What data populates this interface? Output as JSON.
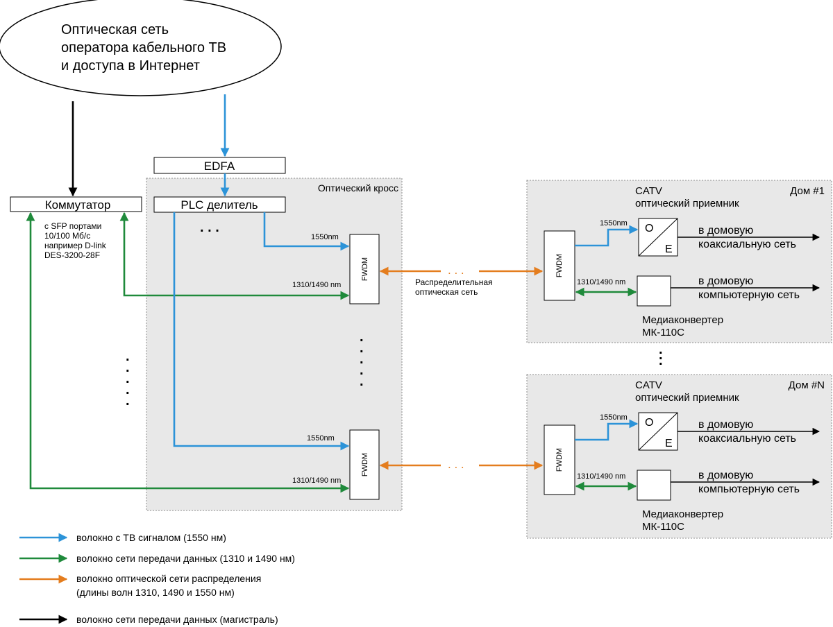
{
  "cloud": {
    "line1": "Оптическая сеть",
    "line2": "оператора кабельного ТВ",
    "line3": "и доступа в Интернет"
  },
  "edfa": "EDFA",
  "cross": {
    "title": "Оптический кросс",
    "splitter": "PLC делитель",
    "fwdm": "FWDM",
    "lambda_tv": "1550nm",
    "lambda_data": "1310/1490 nm"
  },
  "switch": {
    "label": "Коммутатор",
    "note1": "с SFP портами",
    "note2": "10/100 Мб/с",
    "note3": "например D-link",
    "note4": "DES-3200-28F"
  },
  "distribution": {
    "line1": "Распределительная",
    "line2": "оптическая сеть"
  },
  "houses": [
    {
      "title": "Дом #1",
      "catv1": "CATV",
      "catv2": "оптический приемник",
      "fwdm": "FWDM",
      "lambda_tv": "1550nm",
      "lambda_data": "1310/1490 nm",
      "oe_o": "O",
      "oe_e": "E",
      "coax1": "в домовую",
      "coax2": "коаксиальную сеть",
      "net1": "в домовую",
      "net2": "компьютерную сеть",
      "mc1": "Медиаконвертер",
      "mc2": "МК-110С"
    },
    {
      "title": "Дом #N",
      "catv1": "CATV",
      "catv2": "оптический приемник",
      "fwdm": "FWDM",
      "lambda_tv": "1550nm",
      "lambda_data": "1310/1490 nm",
      "oe_o": "O",
      "oe_e": "E",
      "coax1": "в домовую",
      "coax2": "коаксиальную сеть",
      "net1": "в домовую",
      "net2": "компьютерную сеть",
      "mc1": "Медиаконвертер",
      "mc2": "МК-110С"
    }
  ],
  "legend": {
    "tv": "волокно с ТВ сигналом (1550 нм)",
    "data": "волокно сети передачи данных (1310 и 1490 нм)",
    "distribution1": "волокно оптической сети распределения",
    "distribution2": "(длины волн 1310, 1490 и 1550 нм)",
    "trunk": "волокно сети передачи данных (магистраль)"
  },
  "colors": {
    "tv_fiber": "#2c93d8",
    "data_fiber": "#1f8a3b",
    "distribution_fiber": "#e47d1e",
    "trunk_fiber": "#000000",
    "zone_fill": "#e8e8e8"
  }
}
